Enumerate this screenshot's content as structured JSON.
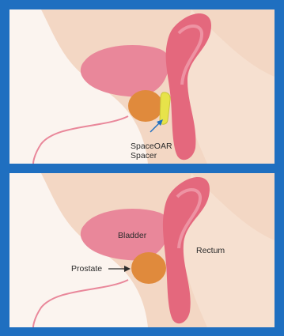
{
  "panels": [
    {
      "id": "with-spacer",
      "labels": {
        "spacer_line1": "SpaceOAR",
        "spacer_line2": "Spacer"
      }
    },
    {
      "id": "without-spacer",
      "labels": {
        "bladder": "Bladder",
        "rectum": "Rectum",
        "prostate": "Prostate"
      }
    }
  ],
  "colors": {
    "frame": "#1f6fc0",
    "background": "#fbf4ef",
    "body_tissue": "#f3d7c4",
    "bladder": "#e9879a",
    "rectum": "#e4687d",
    "prostate": "#e08a3c",
    "spacer": "#e7e34a",
    "arrow": "#1f6fc0"
  }
}
